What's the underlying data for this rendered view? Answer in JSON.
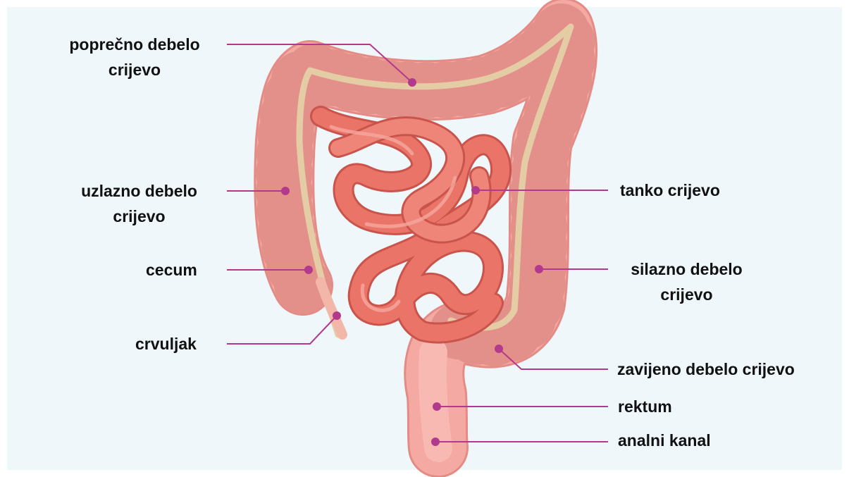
{
  "colors": {
    "background": "#eff7fa",
    "colon": "#f4a9a3",
    "colon_edge": "#e58b86",
    "small_intestine": "#ea7468",
    "small_intestine_edge": "#c8544b",
    "taenia": "#e4cda5",
    "leader_line": "#b23a8c"
  },
  "labels": {
    "transverse": [
      "poprečno debelo",
      "crijevo"
    ],
    "ascending": [
      "uzlazno debelo",
      "crijevo"
    ],
    "cecum": "cecum",
    "appendix": "crvuljak",
    "small": "tanko crijevo",
    "descending": [
      "silazno debelo",
      "crijevo"
    ],
    "sigmoid": "zavijeno debelo crijevo",
    "rectum": "rektum",
    "anal": "analni kanal"
  }
}
